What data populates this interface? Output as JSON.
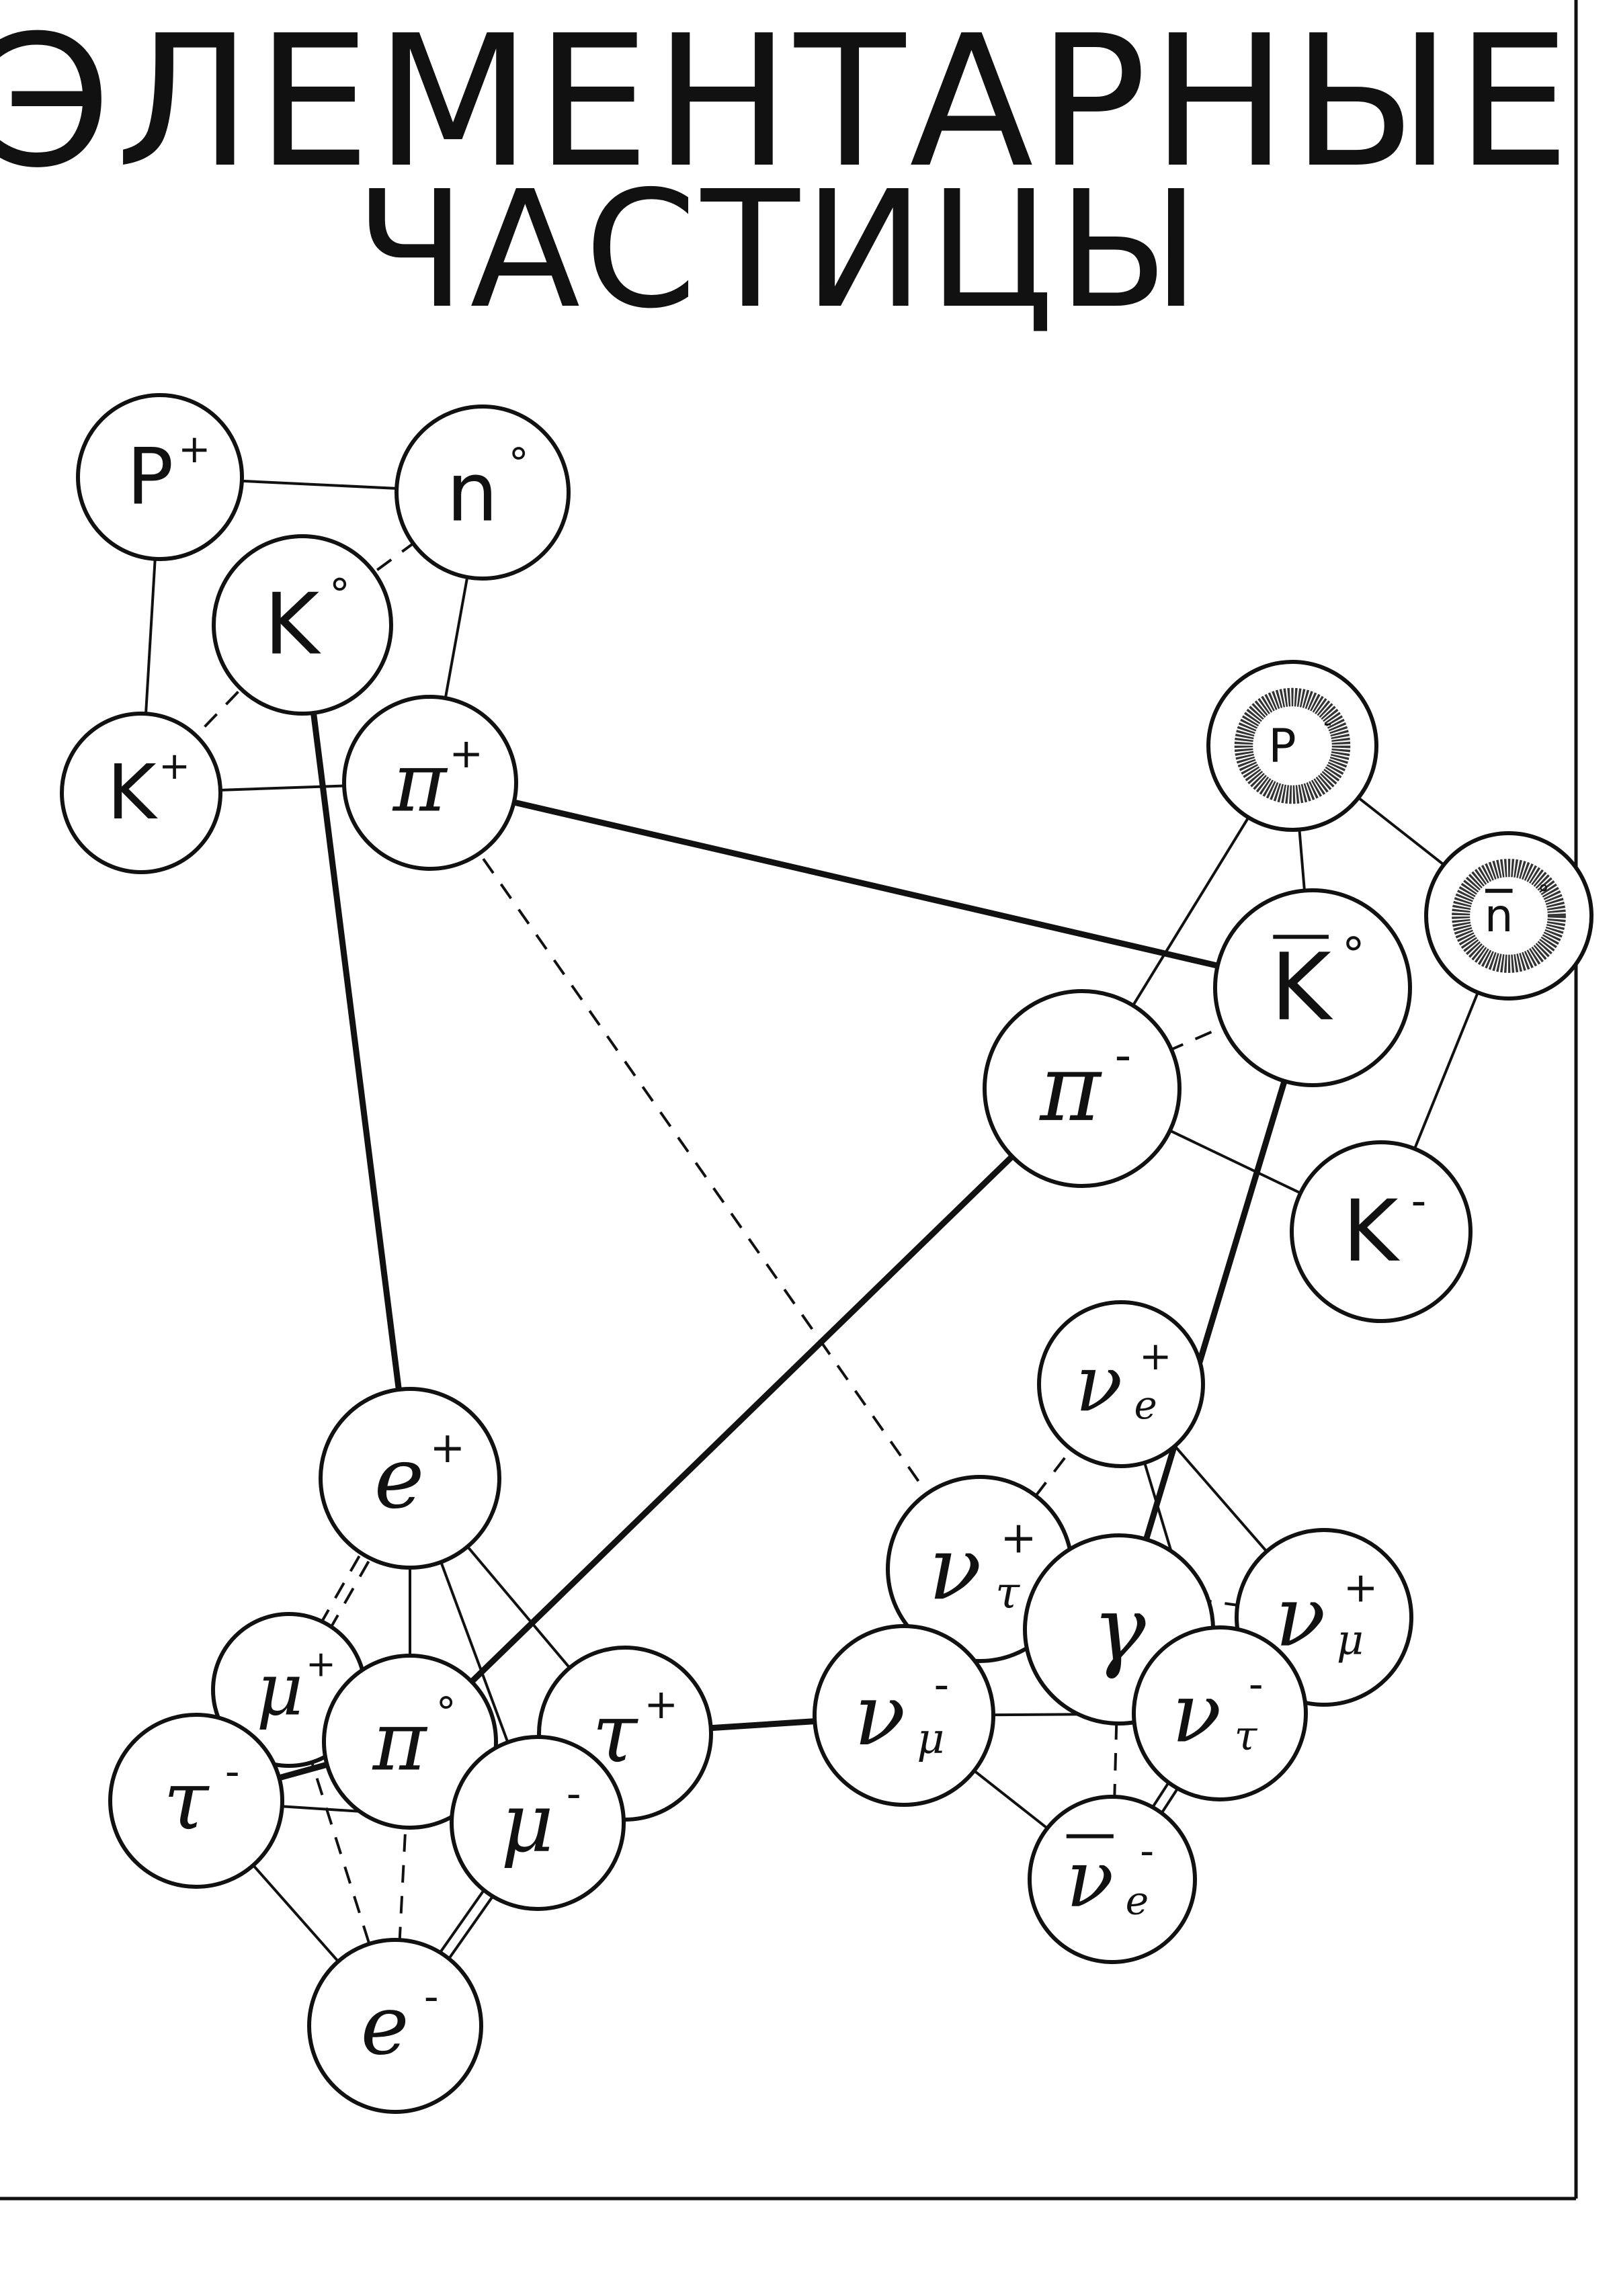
{
  "title": {
    "line1": "ЭЛЕМЕНТАРНЫЕ",
    "line2": "ЧАСТИЦЫ"
  },
  "particles": [
    {
      "id": "p_plus",
      "base": "P",
      "sup": "+",
      "sub": "",
      "bar": false,
      "ring": false,
      "style": "upright"
    },
    {
      "id": "n0",
      "base": "n",
      "sup": "°",
      "sub": "",
      "bar": false,
      "ring": false,
      "style": "upright"
    },
    {
      "id": "k0",
      "base": "K",
      "sup": "°",
      "sub": "",
      "bar": false,
      "ring": false,
      "style": "upright"
    },
    {
      "id": "k_plus",
      "base": "K",
      "sup": "+",
      "sub": "",
      "bar": false,
      "ring": false,
      "style": "upright"
    },
    {
      "id": "pi_plus",
      "base": "π",
      "sup": "+",
      "sub": "",
      "bar": false,
      "ring": false,
      "style": "italic"
    },
    {
      "id": "p_minus",
      "base": "P",
      "sup": "-",
      "sub": "",
      "bar": false,
      "ring": true,
      "style": "upright"
    },
    {
      "id": "n_bar0",
      "base": "n",
      "sup": "°",
      "sub": "",
      "bar": true,
      "ring": true,
      "style": "upright"
    },
    {
      "id": "k_bar0",
      "base": "K",
      "sup": "°",
      "sub": "",
      "bar": true,
      "ring": false,
      "style": "upright"
    },
    {
      "id": "pi_minus",
      "base": "π",
      "sup": "-",
      "sub": "",
      "bar": false,
      "ring": false,
      "style": "italic"
    },
    {
      "id": "k_minus",
      "base": "K",
      "sup": "-",
      "sub": "",
      "bar": false,
      "ring": false,
      "style": "upright"
    },
    {
      "id": "nu_e_plus",
      "base": "ν",
      "sup": "+",
      "sub": "e",
      "bar": false,
      "ring": false,
      "style": "italic"
    },
    {
      "id": "nu_tau_plus",
      "base": "ν",
      "sup": "+",
      "sub": "τ",
      "bar": false,
      "ring": false,
      "style": "italic"
    },
    {
      "id": "gamma",
      "base": "γ",
      "sup": "",
      "sub": "",
      "bar": false,
      "ring": false,
      "style": "italic"
    },
    {
      "id": "nu_mu_plus",
      "base": "ν",
      "sup": "+",
      "sub": "μ",
      "bar": false,
      "ring": false,
      "style": "italic"
    },
    {
      "id": "nu_mu_minus",
      "base": "ν",
      "sup": "-",
      "sub": "μ",
      "bar": false,
      "ring": false,
      "style": "italic"
    },
    {
      "id": "nu_tau_minus",
      "base": "ν",
      "sup": "-",
      "sub": "τ",
      "bar": false,
      "ring": false,
      "style": "italic"
    },
    {
      "id": "nu_bar_e",
      "base": "ν",
      "sup": "-",
      "sub": "e",
      "bar": true,
      "ring": false,
      "style": "italic"
    },
    {
      "id": "e_plus",
      "base": "e",
      "sup": "+",
      "sub": "",
      "bar": false,
      "ring": false,
      "style": "italic"
    },
    {
      "id": "mu_plus",
      "base": "μ",
      "sup": "+",
      "sub": "",
      "bar": false,
      "ring": false,
      "style": "italic"
    },
    {
      "id": "pi0",
      "base": "π",
      "sup": "°",
      "sub": "",
      "bar": false,
      "ring": false,
      "style": "italic"
    },
    {
      "id": "tau_plus",
      "base": "τ",
      "sup": "+",
      "sub": "",
      "bar": false,
      "ring": false,
      "style": "italic"
    },
    {
      "id": "tau_minus",
      "base": "τ",
      "sup": "-",
      "sub": "",
      "bar": false,
      "ring": false,
      "style": "italic"
    },
    {
      "id": "mu_minus",
      "base": "μ",
      "sup": "-",
      "sub": "",
      "bar": false,
      "ring": false,
      "style": "italic"
    },
    {
      "id": "e_minus",
      "base": "e",
      "sup": "-",
      "sub": "",
      "bar": false,
      "ring": false,
      "style": "italic"
    }
  ],
  "links": [
    {
      "from": "p_plus",
      "to": "n0",
      "style": "thin"
    },
    {
      "from": "p_plus",
      "to": "k_plus",
      "style": "thin"
    },
    {
      "from": "k_plus",
      "to": "pi_plus",
      "style": "thin"
    },
    {
      "from": "n0",
      "to": "pi_plus",
      "style": "thin"
    },
    {
      "from": "k0",
      "to": "n0",
      "style": "dashed"
    },
    {
      "from": "k0",
      "to": "k_plus",
      "style": "dashed"
    },
    {
      "from": "k0",
      "to": "e_plus",
      "style": "thick"
    },
    {
      "from": "pi_plus",
      "to": "k_bar0",
      "style": "thick"
    },
    {
      "from": "pi_plus",
      "to": "nu_tau_plus",
      "style": "dashed"
    },
    {
      "from": "p_minus",
      "to": "pi_minus",
      "style": "thin"
    },
    {
      "from": "p_minus",
      "to": "k_bar0",
      "style": "thin"
    },
    {
      "from": "p_minus",
      "to": "n_bar0",
      "style": "thin"
    },
    {
      "from": "n_bar0",
      "to": "k_minus",
      "style": "thin"
    },
    {
      "from": "pi_minus",
      "to": "k_minus",
      "style": "thin"
    },
    {
      "from": "pi_minus",
      "to": "k_bar0",
      "style": "dashed"
    },
    {
      "from": "pi_minus",
      "to": "pi0",
      "style": "thick"
    },
    {
      "from": "k_bar0",
      "to": "gamma",
      "style": "thick"
    },
    {
      "from": "nu_e_plus",
      "to": "nu_tau_plus",
      "style": "dashed"
    },
    {
      "from": "nu_e_plus",
      "to": "nu_mu_plus",
      "style": "thin"
    },
    {
      "from": "nu_e_plus",
      "to": "nu_tau_minus",
      "style": "thin"
    },
    {
      "from": "nu_tau_plus",
      "to": "nu_mu_plus",
      "style": "dashed"
    },
    {
      "from": "nu_mu_minus",
      "to": "nu_tau_minus",
      "style": "thin"
    },
    {
      "from": "nu_mu_minus",
      "to": "nu_bar_e",
      "style": "thin"
    },
    {
      "from": "gamma",
      "to": "nu_bar_e",
      "style": "dashed"
    },
    {
      "from": "nu_tau_minus",
      "to": "nu_bar_e",
      "style": "double"
    },
    {
      "from": "tau_plus",
      "to": "nu_mu_minus",
      "style": "thick"
    },
    {
      "from": "e_plus",
      "to": "mu_plus",
      "style": "double-dashed"
    },
    {
      "from": "e_plus",
      "to": "tau_plus",
      "style": "thin"
    },
    {
      "from": "e_plus",
      "to": "mu_minus",
      "style": "thin"
    },
    {
      "from": "e_plus",
      "to": "pi0",
      "style": "thin"
    },
    {
      "from": "tau_minus",
      "to": "mu_minus",
      "style": "thin"
    },
    {
      "from": "tau_minus",
      "to": "pi0",
      "style": "thick"
    },
    {
      "from": "tau_minus",
      "to": "e_minus",
      "style": "thin"
    },
    {
      "from": "mu_plus",
      "to": "e_minus",
      "style": "dashed"
    },
    {
      "from": "pi0",
      "to": "e_minus",
      "style": "dashed"
    },
    {
      "from": "mu_minus",
      "to": "e_minus",
      "style": "double"
    },
    {
      "from": "mu_plus",
      "to": "mu_minus",
      "style": "dashed"
    }
  ]
}
